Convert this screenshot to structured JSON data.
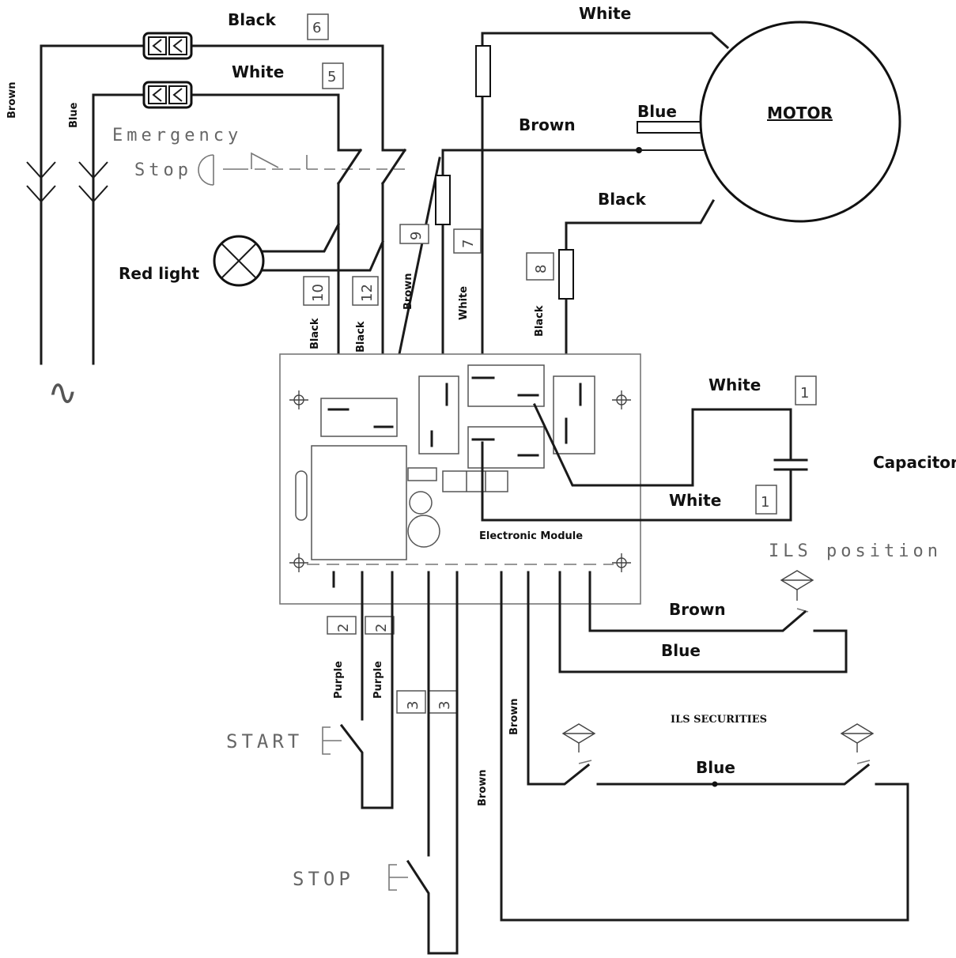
{
  "labels": {
    "black_top": "Black",
    "white_top": "White",
    "white_motor": "White",
    "brown_left": "Brown",
    "blue_left": "Blue",
    "emergency": "Emergency",
    "stop_es": "Stop",
    "blue_motor": "Blue",
    "motor": "MOTOR",
    "brown_motor": "Brown",
    "black_motor": "Black",
    "red_light": "Red light",
    "black_v1": "Black",
    "black_v2": "Black",
    "brown_v": "Brown",
    "white_v": "White",
    "black_v3": "Black",
    "white_cap": "White",
    "capacitor": "Capacitor",
    "white_cap2": "White",
    "module": "Electronic Module",
    "ils_position": "ILS position",
    "brown_ils": "Brown",
    "blue_ils": "Blue",
    "purple1": "Purple",
    "purple2": "Purple",
    "start": "START",
    "brown_bottom1": "Brown",
    "ils_securities": "ILS SECURITIES",
    "blue_sec": "Blue",
    "brown_bottom2": "Brown",
    "stop": "STOP",
    "ac_symbol": "∿"
  },
  "terminals": {
    "t6": "6",
    "t5": "5",
    "t9": "9",
    "t7": "7",
    "t8": "8",
    "t10": "10",
    "t12": "12",
    "t1a": "1",
    "t1b": "1",
    "t2a": "2",
    "t2b": "2",
    "t3a": "3",
    "t3b": "3"
  },
  "connectors": {
    "top": "<<",
    "bottom": "<<"
  }
}
